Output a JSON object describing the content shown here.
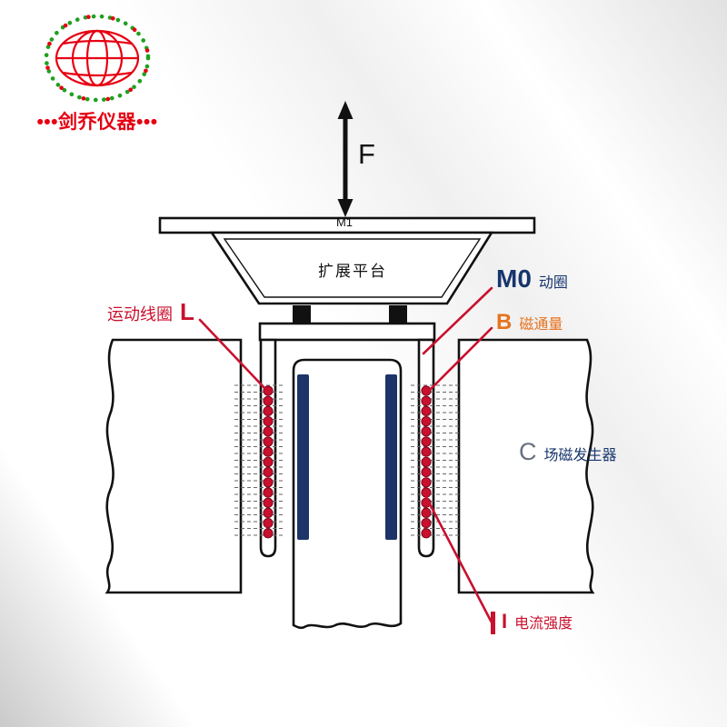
{
  "logo": {
    "brand": "•••剑乔仪器•••",
    "globe_color": "#e60012",
    "dot_ring_green": "#1fa01f",
    "dot_ring_red": "#e60012"
  },
  "diagram": {
    "force_label": "F",
    "m1_label": "M1",
    "platform_label": "扩展平台",
    "m0_label": "M0",
    "m0_desc": "动圈",
    "b_label": "B",
    "b_desc": "磁通量",
    "moving_coil_label": "运动线圈",
    "moving_coil_symbol": "L",
    "c_label": "C",
    "c_desc": "场磁发生器",
    "i_label": "I",
    "i_desc": "电流强度",
    "coil_turns": 15
  },
  "colors": {
    "navy": "#17356d",
    "orange": "#e6731e",
    "red": "#c9102e",
    "coil_dot": "#c9102e",
    "pole_bar_navy": "#1d3468",
    "outline": "#111111",
    "logo_red": "#e60012",
    "logo_green": "#1fa01f"
  }
}
